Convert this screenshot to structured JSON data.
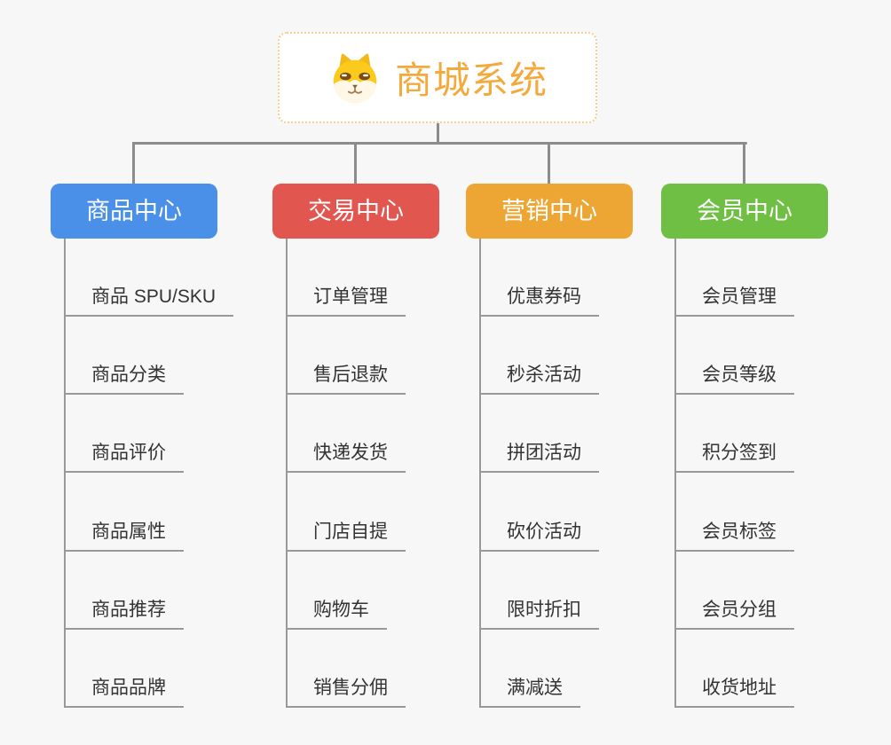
{
  "root": {
    "label": "商城系统",
    "icon": "dog-face-icon",
    "text_color": "#f4a93c",
    "border_color": "#f7ce92"
  },
  "branches": [
    {
      "id": "product-center",
      "label": "商品中心",
      "color": "#4a90e8",
      "children": [
        "商品 SPU/SKU",
        "商品分类",
        "商品评价",
        "商品属性",
        "商品推荐",
        "商品品牌"
      ]
    },
    {
      "id": "trade-center",
      "label": "交易中心",
      "color": "#e25650",
      "children": [
        "订单管理",
        "售后退款",
        "快递发货",
        "门店自提",
        "购物车",
        "销售分佣"
      ]
    },
    {
      "id": "marketing-center",
      "label": "营销中心",
      "color": "#eda633",
      "children": [
        "优惠券码",
        "秒杀活动",
        "拼团活动",
        "砍价活动",
        "限时折扣",
        "满减送"
      ]
    },
    {
      "id": "member-center",
      "label": "会员中心",
      "color": "#6fbf44",
      "children": [
        "会员管理",
        "会员等级",
        "积分签到",
        "会员标签",
        "会员分组",
        "收货地址"
      ]
    }
  ],
  "connector_color": "#8c8c8c",
  "leaf_line_color": "#999999",
  "background_color": "#f7f7f7"
}
